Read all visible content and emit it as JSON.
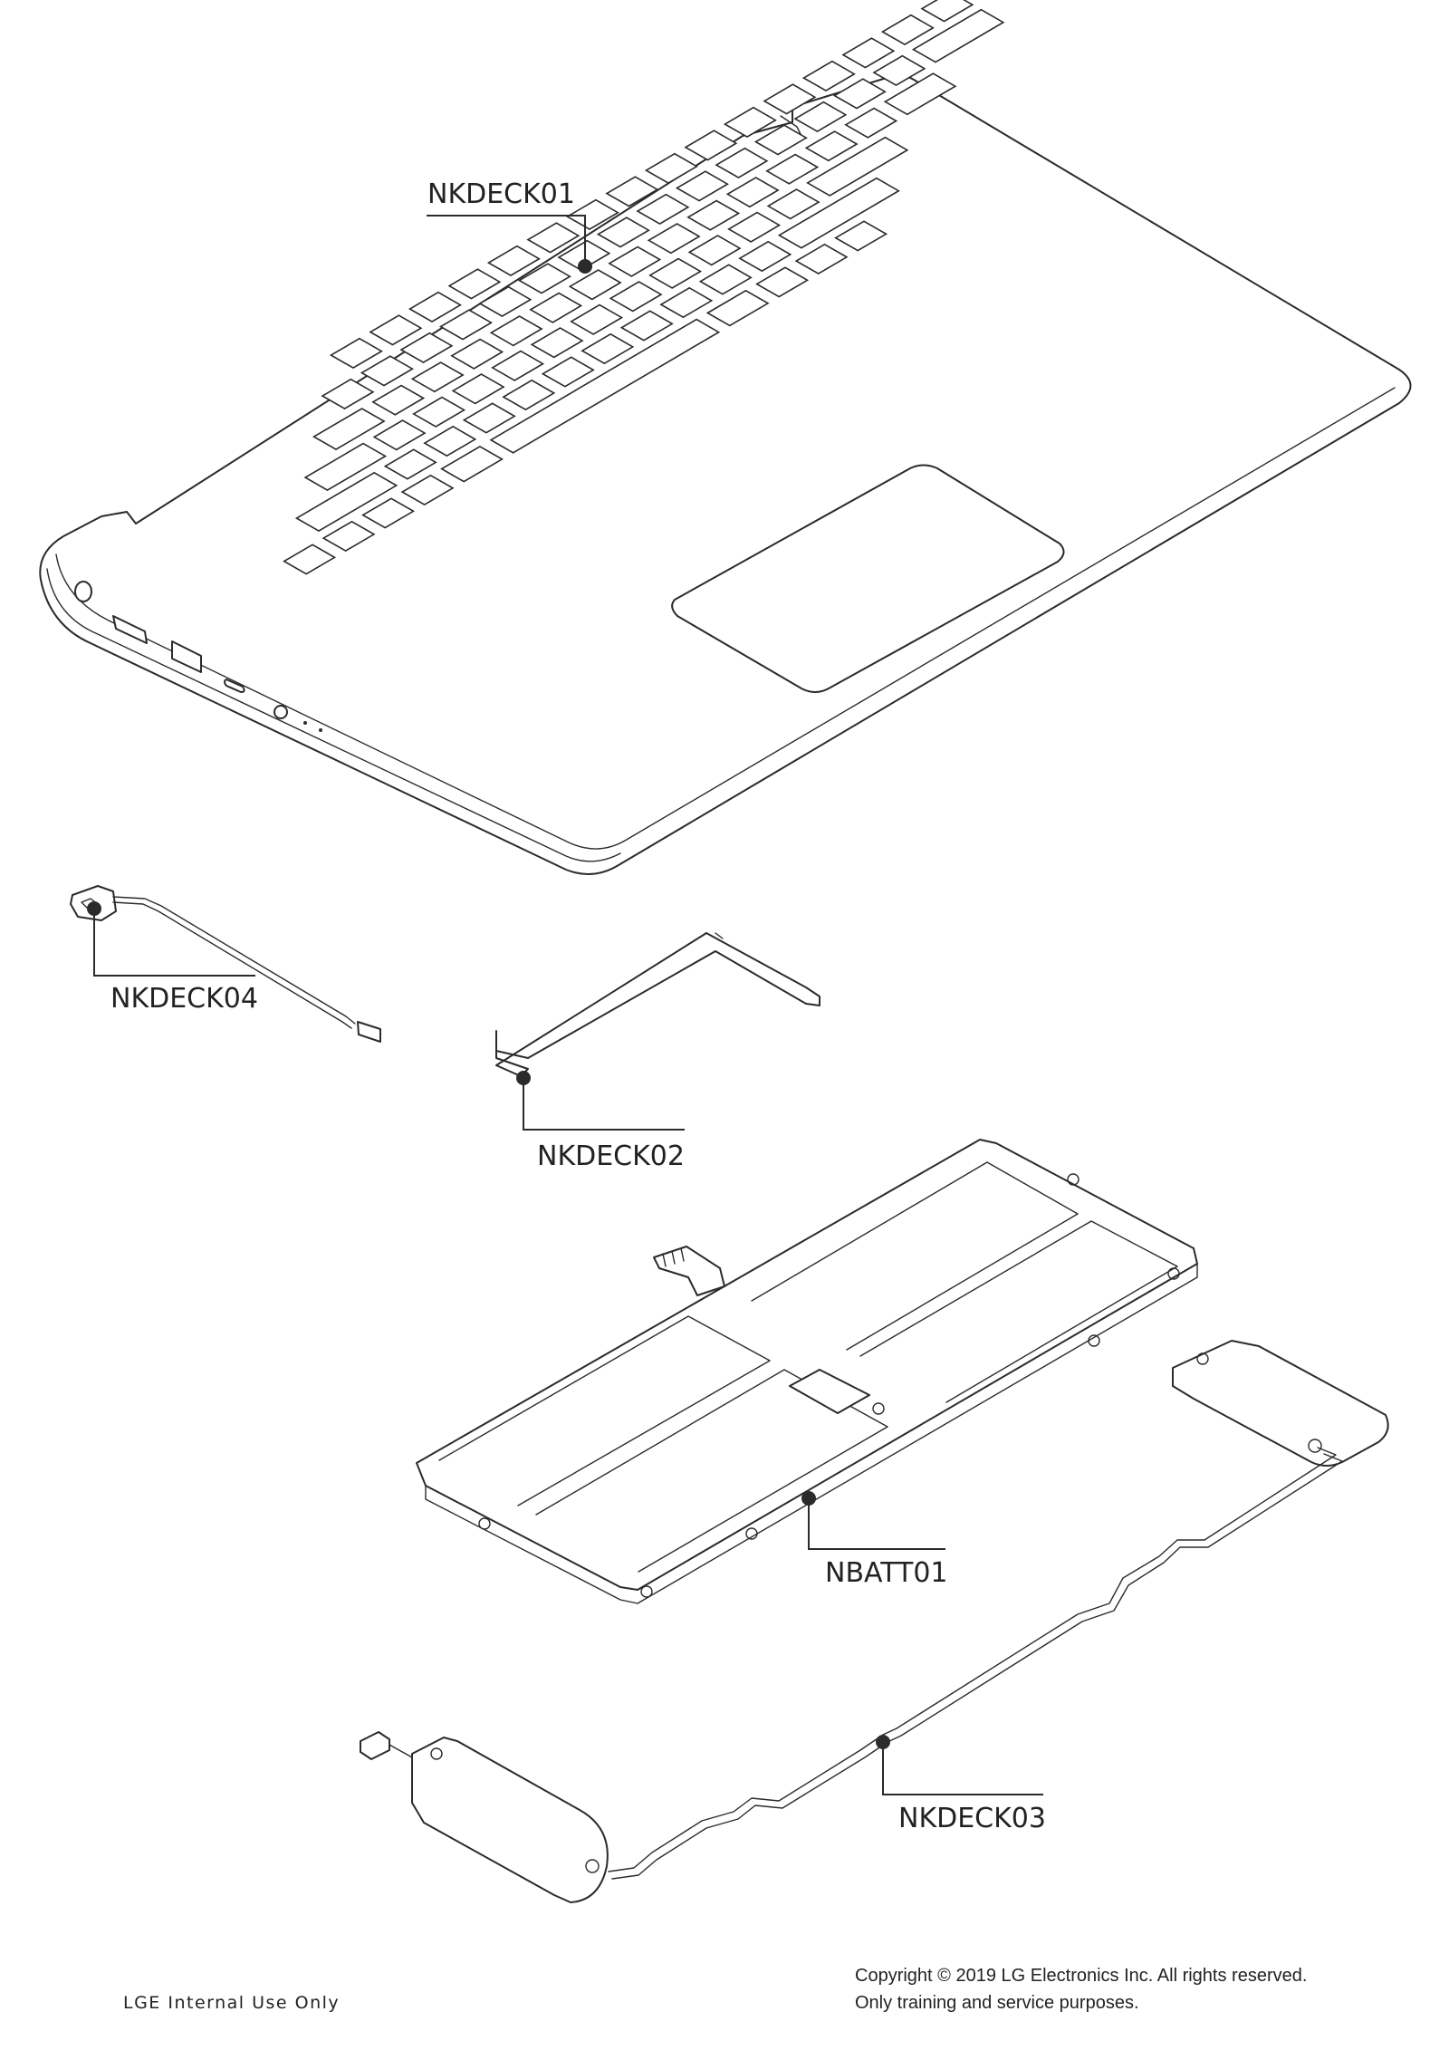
{
  "callouts": {
    "nkdeck01": "NKDECK01",
    "nkdeck04": "NKDECK04",
    "nkdeck02": "NKDECK02",
    "nbatt01": "NBATT01",
    "nkdeck03": "NKDECK03"
  },
  "footer": {
    "internal_notice": "LGE Internal Use Only",
    "copyright_line1": "Copyright © 2019 LG Electronics Inc. All rights reserved.",
    "copyright_line2": "Only training and service purposes."
  },
  "colors": {
    "line": "#2b2b2b",
    "background": "#ffffff"
  }
}
